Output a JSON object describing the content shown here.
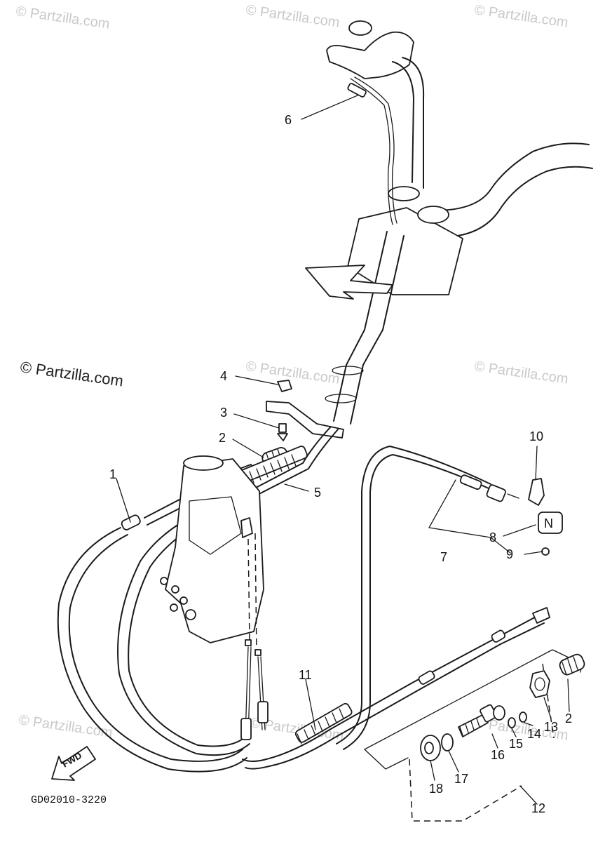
{
  "watermarks": {
    "w1": "© Partzilla.com",
    "w2": "© Partzilla.com",
    "w3": "© Partzilla.com",
    "w4": "© Partzilla.com",
    "w5": "© Partzilla.com",
    "w6": "© Partzilla.com",
    "w7": "© Partzilla.com",
    "w8": "© Partzilla.com",
    "w9": "© Partzilla.com"
  },
  "callouts": {
    "c1": "1",
    "c2": "2",
    "c3": "3",
    "c4": "4",
    "c5": "5",
    "c6": "6",
    "c7": "7",
    "c8": "8",
    "c9": "9",
    "c10": "10",
    "c11": "11",
    "c12": "12",
    "c13": "13",
    "c14": "14",
    "c15": "15",
    "c16": "16",
    "c17": "17",
    "c18": "18",
    "c2b": "2"
  },
  "fwd_label": "FWD",
  "neutral_letter": "N",
  "diagram_code": "GD02010-3220",
  "colors": {
    "line": "#1a1a1a",
    "watermark": "#c9c9c9"
  }
}
